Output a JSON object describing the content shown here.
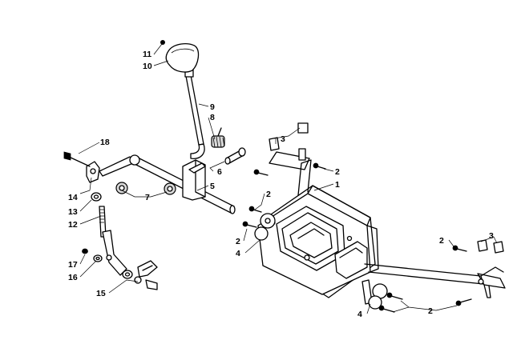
{
  "callouts": [
    {
      "id": "c11",
      "text": "11"
    },
    {
      "id": "c10",
      "text": "10"
    },
    {
      "id": "c9",
      "text": "9"
    },
    {
      "id": "c8",
      "text": "8"
    },
    {
      "id": "c18",
      "text": "18"
    },
    {
      "id": "c6",
      "text": "6"
    },
    {
      "id": "c3a",
      "text": "3"
    },
    {
      "id": "c2a",
      "text": "2"
    },
    {
      "id": "c1",
      "text": "1"
    },
    {
      "id": "c14",
      "text": "14"
    },
    {
      "id": "c13",
      "text": "13"
    },
    {
      "id": "c12",
      "text": "12"
    },
    {
      "id": "c7",
      "text": "7"
    },
    {
      "id": "c5",
      "text": "5"
    },
    {
      "id": "c2b",
      "text": "2"
    },
    {
      "id": "c2c",
      "text": "2"
    },
    {
      "id": "c4a",
      "text": "4"
    },
    {
      "id": "c17",
      "text": "17"
    },
    {
      "id": "c16",
      "text": "16"
    },
    {
      "id": "c15",
      "text": "15"
    },
    {
      "id": "c2d",
      "text": "2"
    },
    {
      "id": "c3b",
      "text": "3"
    },
    {
      "id": "c4b",
      "text": "4"
    },
    {
      "id": "c2e",
      "text": "2"
    }
  ]
}
